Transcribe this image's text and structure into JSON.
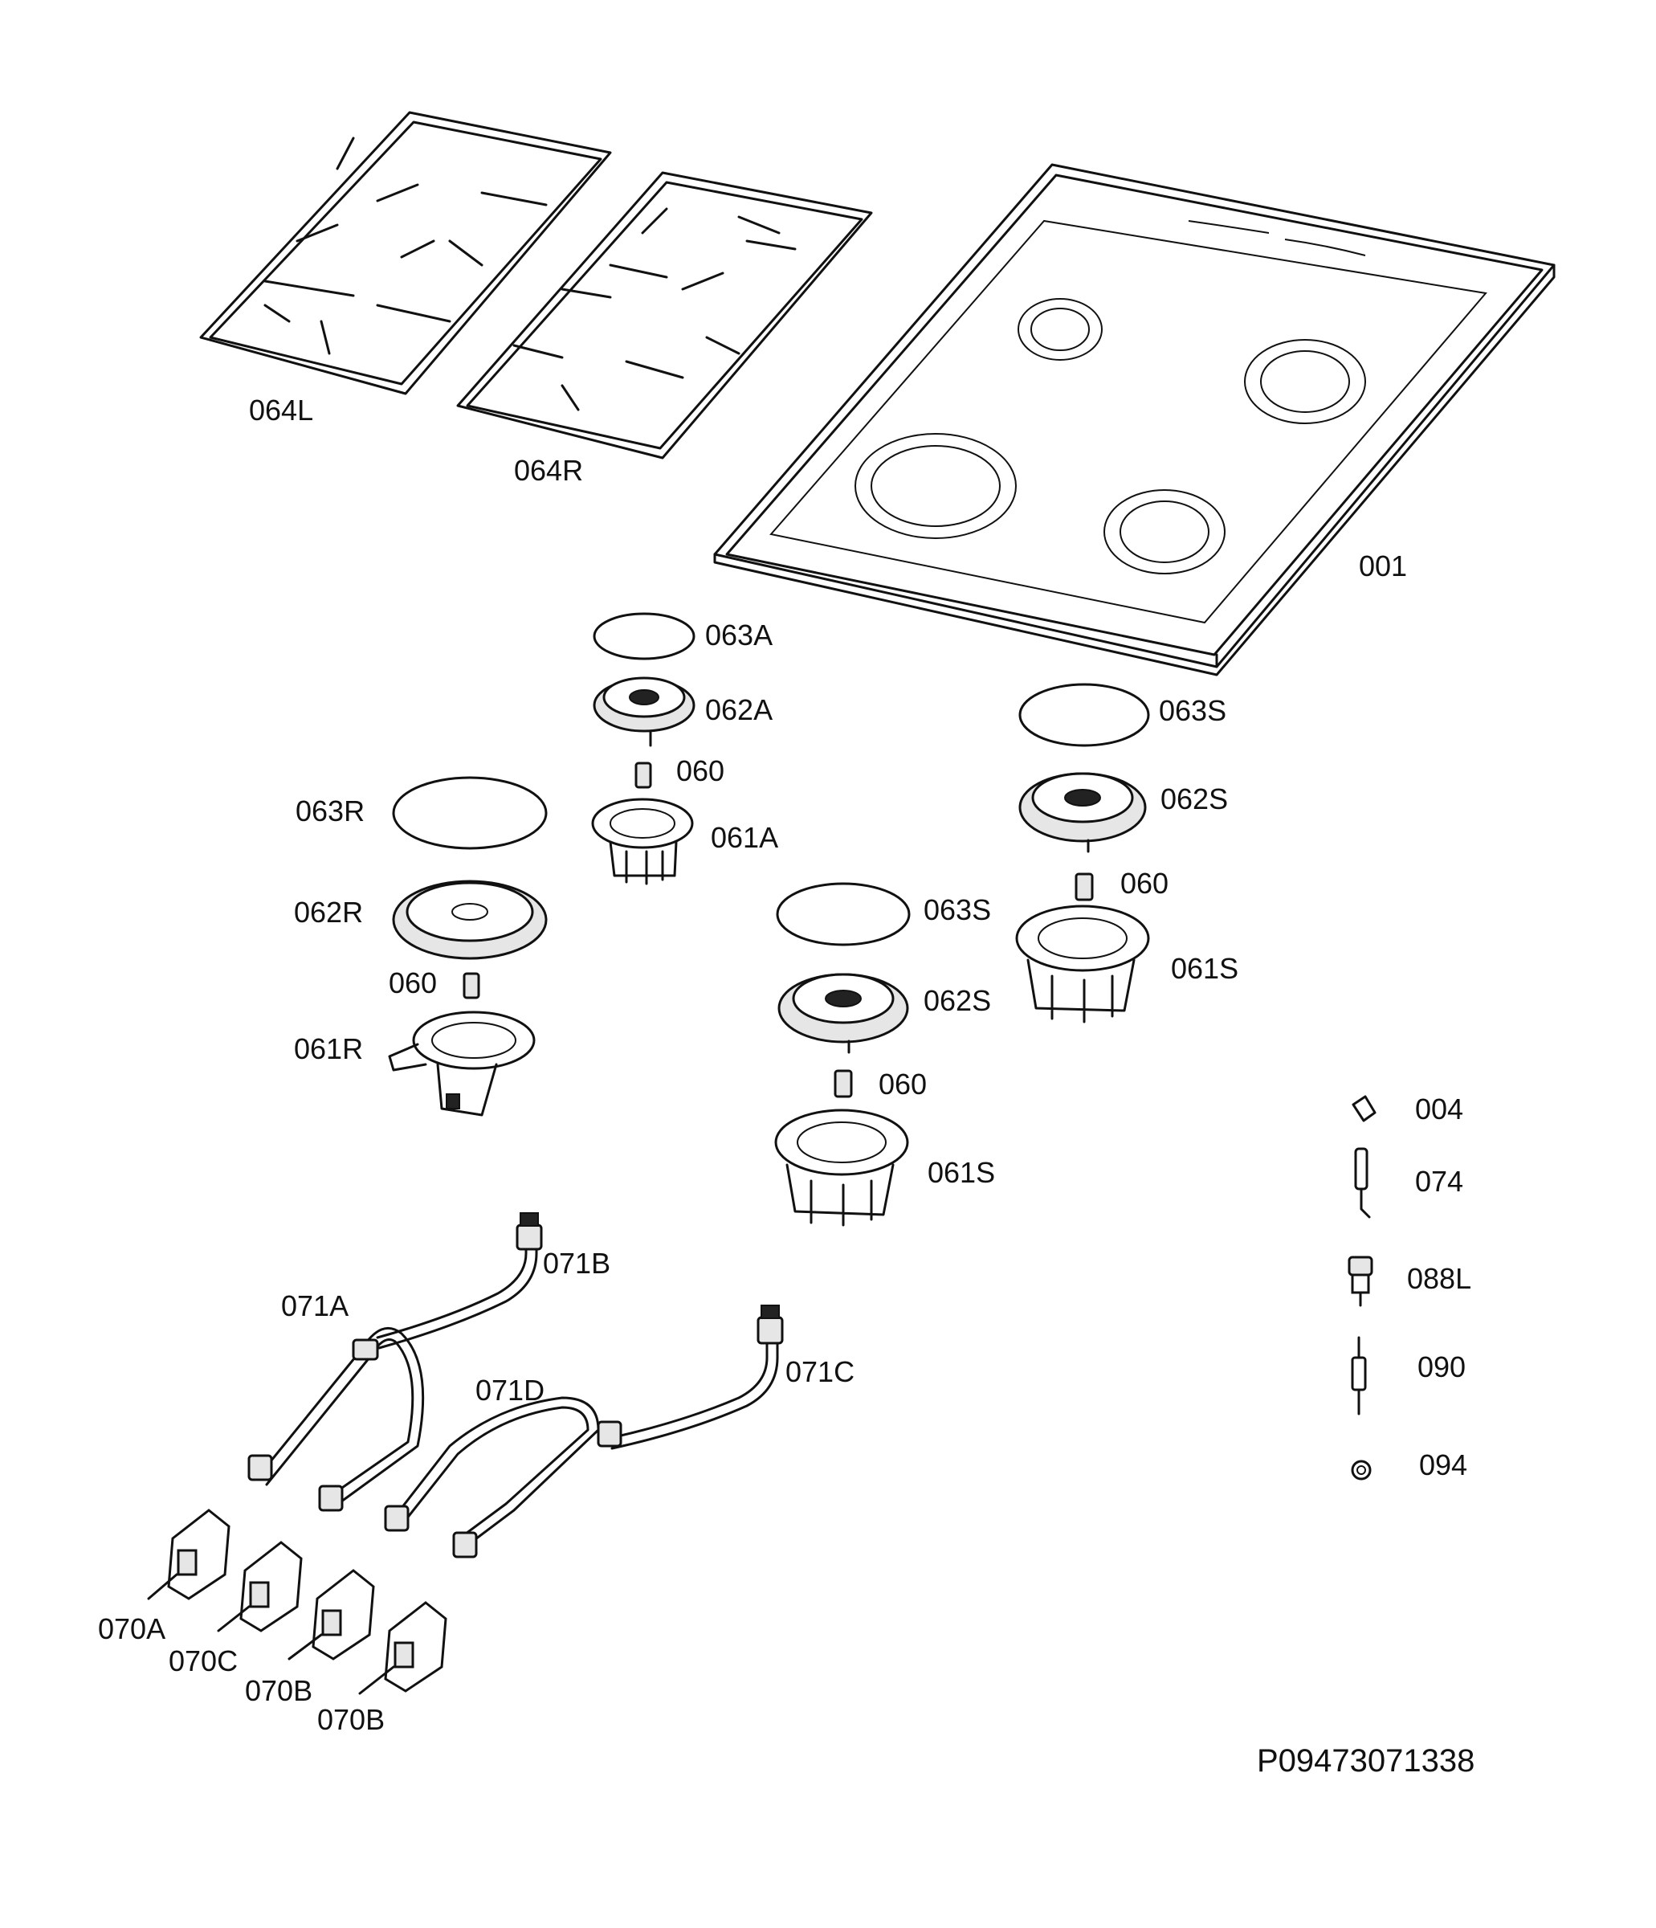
{
  "labels": {
    "grate_left": "064L",
    "grate_right": "064R",
    "hob_top": "001",
    "cap_a": "063A",
    "crown_a": "062A",
    "injector_a": "060",
    "base_a": "061A",
    "cap_r": "063R",
    "crown_r": "062R",
    "injector_r": "060",
    "base_r": "061R",
    "cap_s_right": "063S",
    "crown_s_right": "062S",
    "injector_s_right": "060",
    "base_s_right": "061S",
    "cap_s_mid": "063S",
    "crown_s_mid": "062S",
    "injector_s_mid": "060",
    "base_s_mid": "061S",
    "pipe_a": "071A",
    "pipe_b": "071B",
    "pipe_c": "071C",
    "pipe_d": "071D",
    "valve_a": "070A",
    "valve_c": "070C",
    "valve_b1": "070B",
    "valve_b2": "070B",
    "clip": "004",
    "thermocouple": "074",
    "knob_adapter": "088L",
    "ignition_electrode": "090",
    "washer": "094"
  },
  "drawing_code": "P09473071338"
}
